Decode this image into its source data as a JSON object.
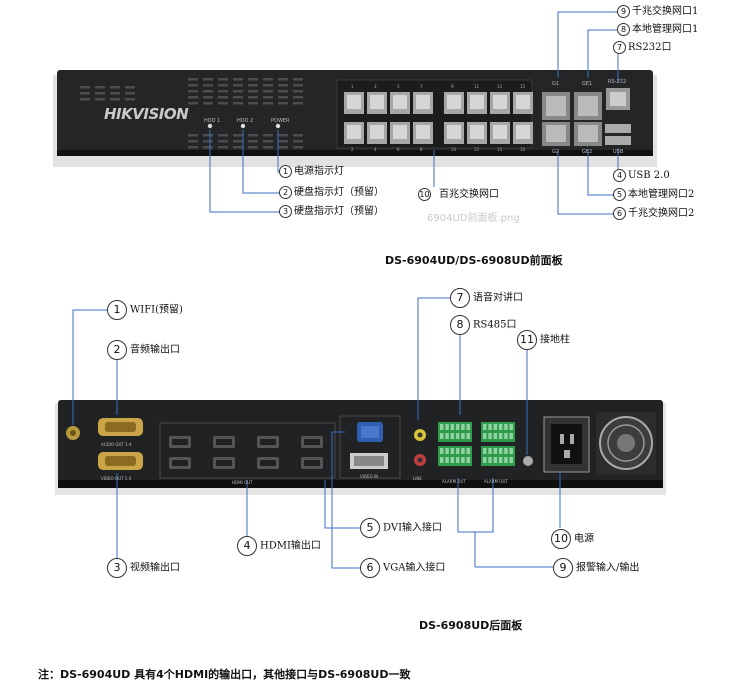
{
  "front": {
    "brand": "HIKVISION",
    "panel_labels": {
      "hdd1": "HDD 1",
      "hdd2": "HDD 2",
      "power": "POWER",
      "g1": "G1",
      "g2": "G2",
      "ge1": "GE1",
      "ge2": "GE2",
      "rs232": "RS-232",
      "usb": "USB"
    },
    "port_top_numbers": [
      "1",
      "3",
      "5",
      "7",
      "9",
      "11",
      "13",
      "15"
    ],
    "port_bottom_numbers": [
      "2",
      "4",
      "6",
      "8",
      "10",
      "12",
      "14",
      "16"
    ],
    "callouts": [
      {
        "num": "9",
        "label": "千兆交换网口1"
      },
      {
        "num": "8",
        "label": "本地管理网口1"
      },
      {
        "num": "7",
        "label": "RS232口"
      },
      {
        "num": "4",
        "label": "USB 2.0"
      },
      {
        "num": "5",
        "label": "本地管理网口2"
      },
      {
        "num": "6",
        "label": "千兆交换网口2"
      },
      {
        "num": "1",
        "label": "电源指示灯"
      },
      {
        "num": "2",
        "label": "硬盘指示灯（预留）"
      },
      {
        "num": "3",
        "label": "硬盘指示灯（预留）"
      },
      {
        "num": "10",
        "label": "百兆交换网口"
      }
    ],
    "faded_text": "6904UD前面板.png",
    "caption_a": "DS-6904UD/",
    "caption_b": "DS-6908UD",
    "caption_c": "前面板"
  },
  "rear": {
    "panel_labels": {
      "audio_out": "AUDIO OUT 1-4",
      "video_out": "VIDEO OUT 1-4",
      "hdmi_out": "HDMI OUT",
      "video_in": "VIDEO IN",
      "line": "LINE",
      "alarm_out": "ALARM OUT"
    },
    "callouts": [
      {
        "num": "1",
        "label": "WIFI(预留)"
      },
      {
        "num": "2",
        "label": "音频输出口"
      },
      {
        "num": "3",
        "label": "视频输出口"
      },
      {
        "num": "4",
        "label": "HDMI输出口"
      },
      {
        "num": "5",
        "label": "DVI输入接口"
      },
      {
        "num": "6",
        "label": "VGA输入接口"
      },
      {
        "num": "7",
        "label": "语音对讲口"
      },
      {
        "num": "8",
        "label": "RS485口"
      },
      {
        "num": "9",
        "label": "报警输入/输出"
      },
      {
        "num": "10",
        "label": "电源"
      },
      {
        "num": "11",
        "label": "接地柱"
      }
    ],
    "caption": "DS-6908UD后面板"
  },
  "note": "注：DS-6904UD 具有4个HDMI的输出口，其他接口与DS-6908UD一致"
}
